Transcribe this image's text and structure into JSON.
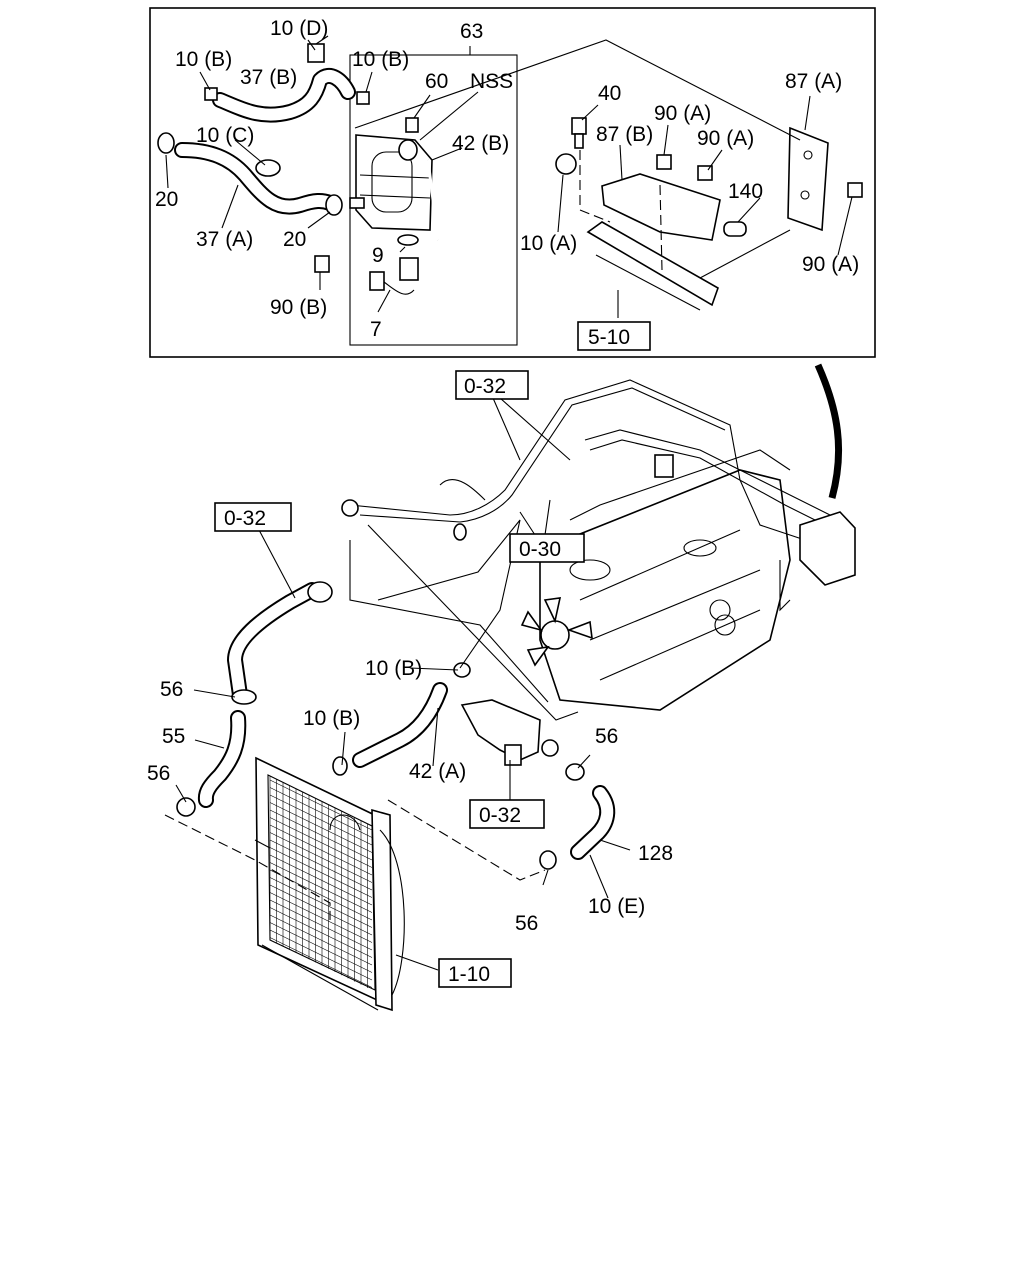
{
  "callouts": {
    "c10D": "10 (D)",
    "c10B_a": "10 (B)",
    "c37B": "37 (B)",
    "c10B_b": "10 (B)",
    "c63": "63",
    "c60": "60",
    "cNSS": "NSS",
    "c10C": "10 (C)",
    "c42B": "42 (B)",
    "c20_a": "20",
    "c37A": "37 (A)",
    "c20_b": "20",
    "c9": "9",
    "c90B": "90 (B)",
    "c7": "7",
    "c40": "40",
    "c87B": "87 (B)",
    "c90A_a": "90 (A)",
    "c90A_b": "90 (A)",
    "c87A": "87 (A)",
    "c140": "140",
    "c10A": "10 (A)",
    "c90A_c": "90 (A)",
    "c10B_c": "10 (B)",
    "c56_a": "56",
    "c55": "55",
    "c56_b": "56",
    "c10B_d": "10 (B)",
    "c42A": "42 (A)",
    "c56_c": "56",
    "c128": "128",
    "c56_d": "56",
    "c10E": "10 (E)"
  },
  "references": {
    "r510": "5-10",
    "r032_a": "0-32",
    "r032_b": "0-32",
    "r030": "0-30",
    "r032_c": "0-32",
    "r110": "1-10"
  }
}
